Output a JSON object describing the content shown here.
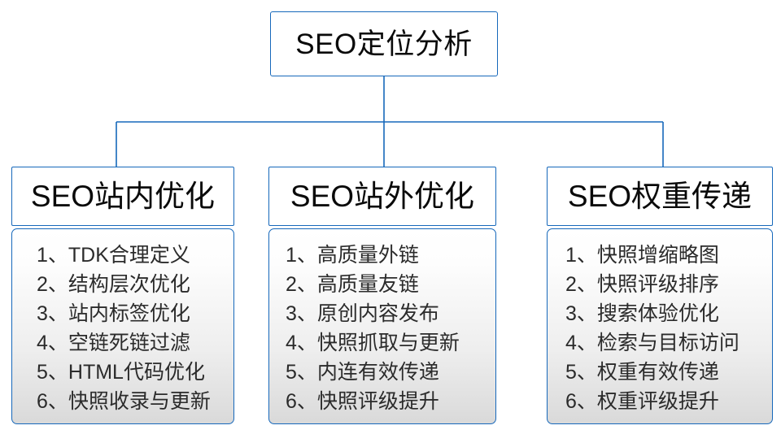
{
  "diagram": {
    "type": "org-tree",
    "accent_color": "#1668bb",
    "text_color": "#2b2b2b",
    "title_color": "#0a0a0a",
    "box_gradient_top": "#ffffff",
    "box_gradient_bottom": "#d9d9d9",
    "root": {
      "label": "SEO定位分析"
    },
    "branches": [
      {
        "header": "SEO站内优化",
        "items": [
          "1、TDK合理定义",
          "2、结构层次优化",
          "3、站内标签优化",
          "4、空链死链过滤",
          "5、HTML代码优化",
          "6、快照收录与更新"
        ]
      },
      {
        "header": "SEO站外优化",
        "items": [
          "1、高质量外链",
          "2、高质量友链",
          "3、原创内容发布",
          "4、快照抓取与更新",
          "5、内连有效传递",
          "6、快照评级提升"
        ]
      },
      {
        "header": "SEO权重传递",
        "items": [
          "1、快照增缩略图",
          "2、快照评级排序",
          "3、搜索体验优化",
          "4、检索与目标访问",
          "5、权重有效传递",
          "6、权重评级提升"
        ]
      }
    ]
  }
}
